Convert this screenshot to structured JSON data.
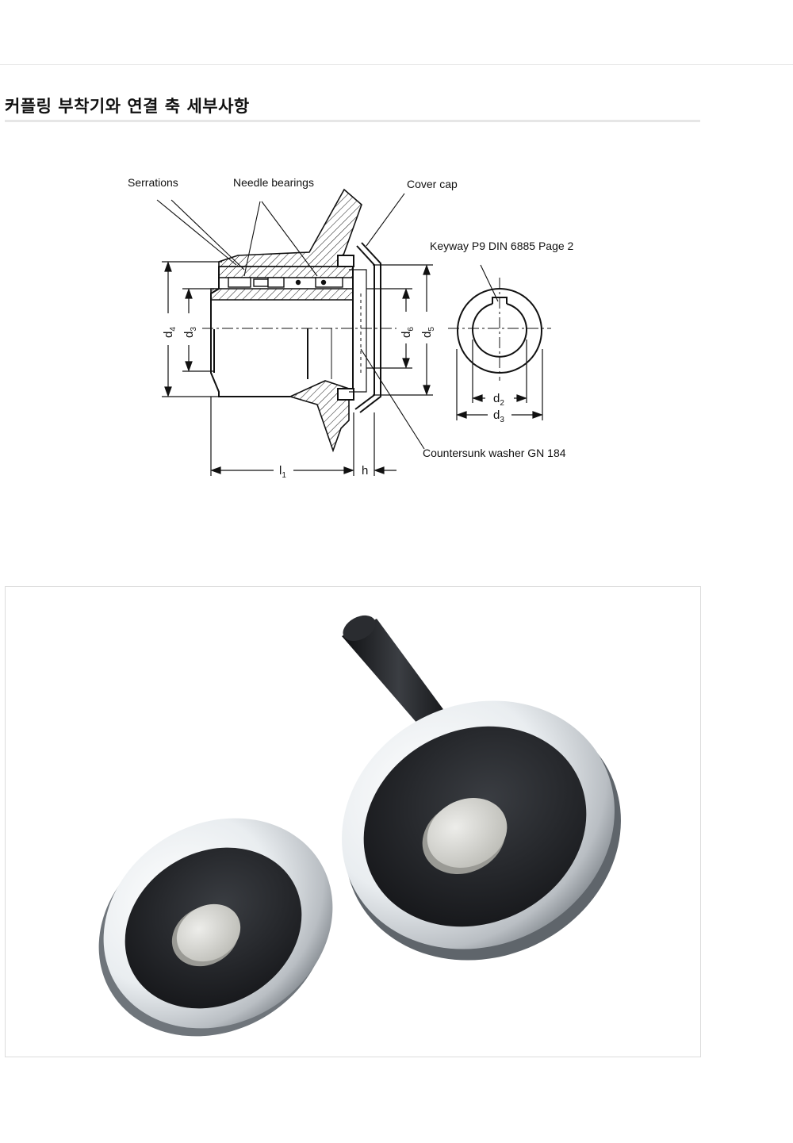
{
  "page": {
    "heading": "커플링 부착기와 연결 축 세부사항"
  },
  "drawing": {
    "labels": {
      "serrations": "Serrations",
      "needle_bearings": "Needle bearings",
      "cover_cap": "Cover cap",
      "keyway": "Keyway P9 DIN 6885 Page 2",
      "washer": "Countersunk washer GN 184"
    },
    "dimensions": {
      "d_symbol": "d",
      "d4_sub": "4",
      "d3_sub": "3",
      "d6_sub": "6",
      "d5_sub": "5",
      "d2_sub": "2",
      "l_symbol": "l",
      "l1_sub": "1",
      "h": "h"
    }
  },
  "photo": {
    "subject": "two-handwheels-product-photo",
    "colors": {
      "rim": "#e8ecef",
      "dish": "#232529",
      "hub_cap": "#d9d9d4",
      "handle": "#17191c"
    }
  }
}
